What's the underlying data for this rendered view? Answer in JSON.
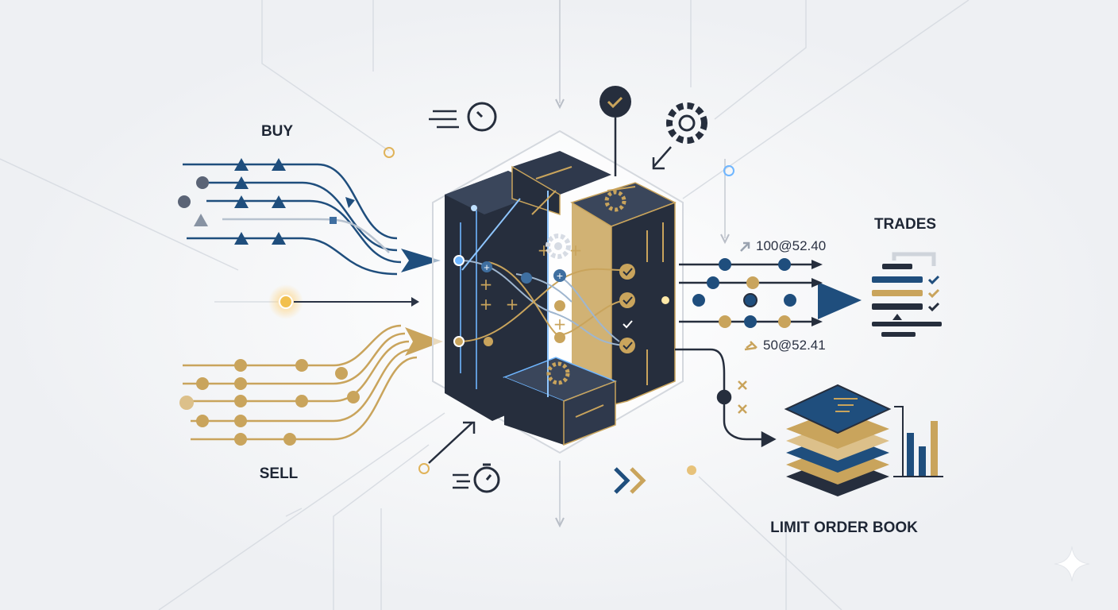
{
  "labels": {
    "buy": "BUY",
    "sell": "SELL",
    "trades": "TRADES",
    "trade_1": "100@52.40",
    "trade_2": "50@52.41",
    "order_book": "LIMIT ORDER BOOK"
  },
  "icons": [
    "stopwatch-icon",
    "checkmark-badge-icon",
    "gear-icon",
    "timer-icon",
    "double-chevron-icon",
    "trade-list-icon",
    "order-book-stack-icon",
    "bar-chart-icon",
    "sparkle-icon"
  ],
  "colors": {
    "background": "#f3f4f6",
    "navy": "#1f4e7d",
    "dark": "#262e3d",
    "gold": "#c9a45c",
    "glow": "#6fb6ff"
  }
}
